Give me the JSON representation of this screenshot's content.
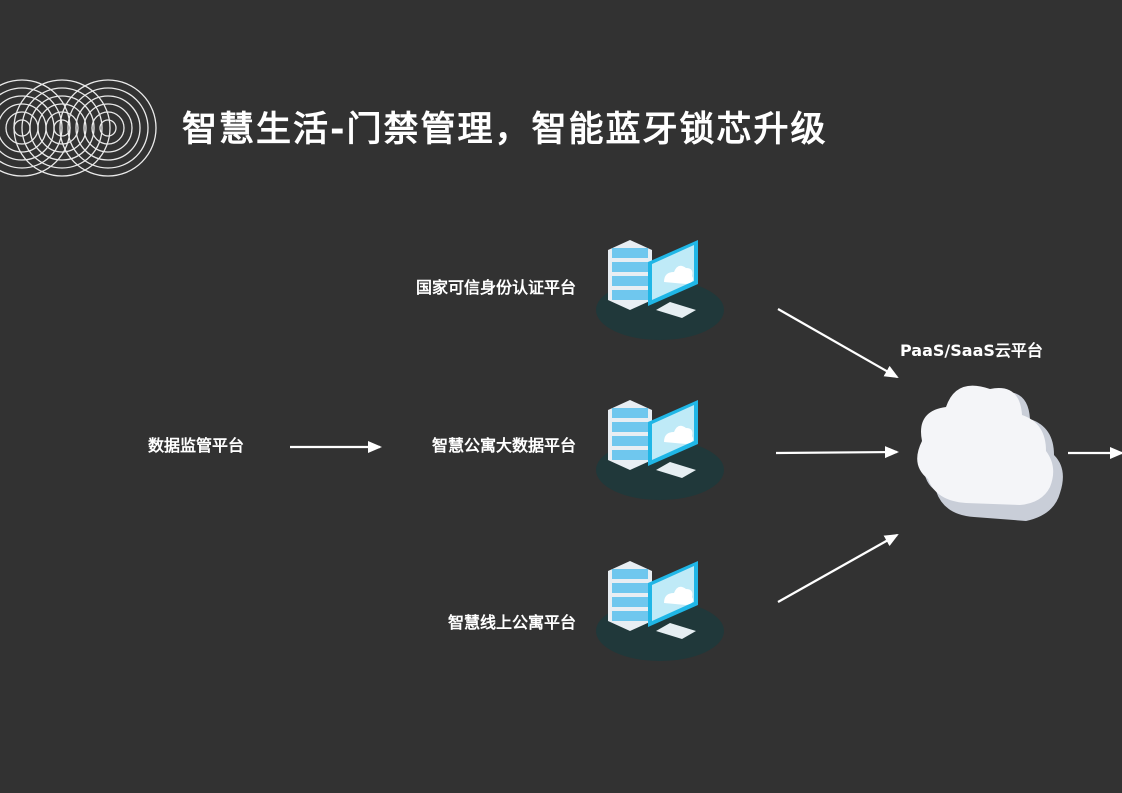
{
  "title": "智慧生活-门禁管理，智能蓝牙锁芯升级",
  "cloud": {
    "label": "PaaS/SaaS云平台"
  },
  "platforms": [
    {
      "label": "国家可信身份认证平台"
    },
    {
      "label": "智慧公寓大数据平台"
    },
    {
      "label": "智慧线上公寓平台"
    }
  ],
  "downstream": {
    "label": "数据监管平台"
  },
  "colors": {
    "background": "#323232",
    "accent": "#1fb6e6",
    "text": "#ffffff"
  }
}
